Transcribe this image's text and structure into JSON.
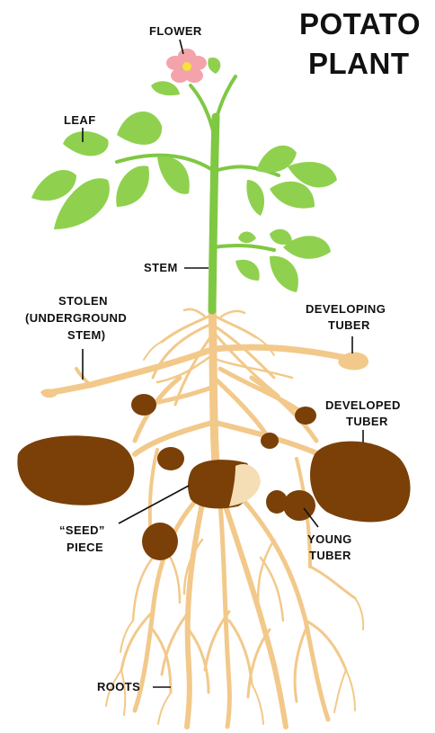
{
  "title": {
    "line1": "POTATO",
    "line2": "PLANT"
  },
  "labels": {
    "flower": "FLOWER",
    "leaf": "LEAF",
    "stem": "STEM",
    "stolen_line1": "STOLEN",
    "stolen_line2": "(UNDERGROUND",
    "stolen_line3": "STEM)",
    "developing_line1": "DEVELOPING",
    "developing_line2": "TUBER",
    "developed_line1": "DEVELOPED",
    "developed_line2": "TUBER",
    "seed_line1": "“SEED”",
    "seed_line2": "PIECE",
    "young_line1": "YOUNG",
    "young_line2": "TUBER",
    "roots": "ROOTS"
  },
  "colors": {
    "leaf": "#8fd14f",
    "stem": "#7fc843",
    "root": "#f2c98a",
    "tuber": "#7a4008",
    "seed_cut": "#f5deb5",
    "flower": "#f4a3ab",
    "flower_center": "#f7e13a",
    "text": "#111111"
  }
}
